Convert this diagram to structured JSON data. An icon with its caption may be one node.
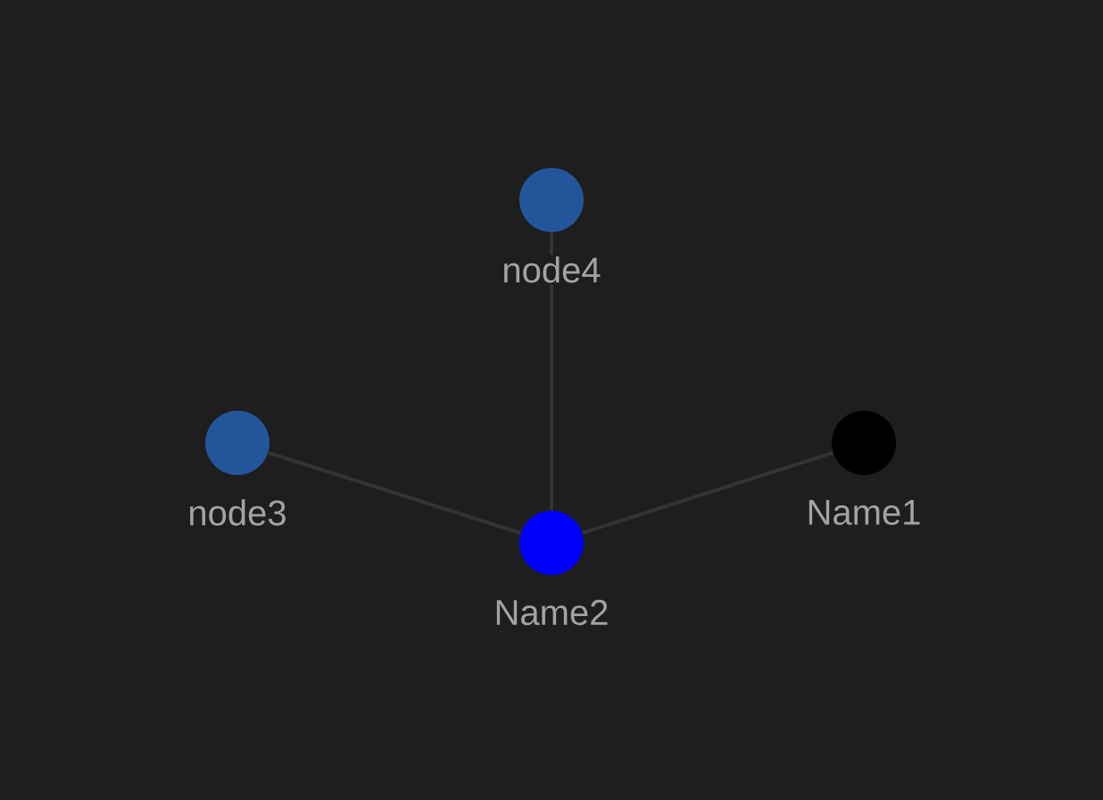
{
  "diagram": {
    "nodes": [
      {
        "text": [
          "node4"
        ]
      },
      {
        "text": [
          "node3"
        ]
      },
      {
        "text": [
          "Name1"
        ]
      },
      {
        "text": [
          "Name2"
        ]
      }
    ],
    "edges": [
      {
        "from": 3,
        "to": 0,
        "arrow": "none"
      },
      {
        "from": 3,
        "to": 1,
        "arrow": "none"
      },
      {
        "from": 3,
        "to": 2,
        "arrow": "none"
      }
    ]
  }
}
